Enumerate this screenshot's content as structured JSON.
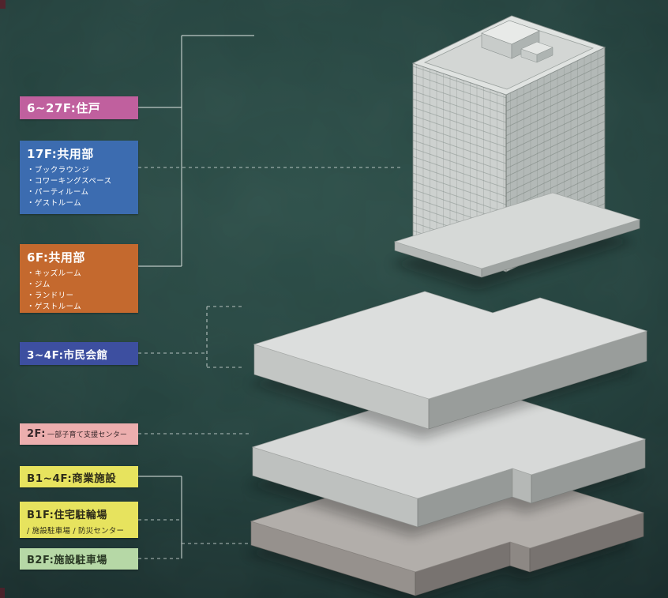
{
  "scene": {
    "background_center": "#2d4f49",
    "background_edge": "#122223",
    "leader_line_color": "#cdd6d3"
  },
  "legend": [
    {
      "floor_label": "6~27F:住戸",
      "color": "#c0609e",
      "text_color": "#ffffff",
      "items": []
    },
    {
      "floor_label": "17F:共用部",
      "color": "#3c6cb0",
      "text_color": "#ffffff",
      "items": [
        "・ブックラウンジ",
        "・コワーキングスペース",
        "・パーティルーム",
        "・ゲストルーム"
      ]
    },
    {
      "floor_label": "6F:共用部",
      "color": "#c4692e",
      "text_color": "#ffffff",
      "items": [
        "・キッズルーム",
        "・ジム",
        "・ランドリー",
        "・ゲストルーム"
      ]
    },
    {
      "floor_label": "3~4F:市民会館",
      "color": "#3d4fa0",
      "text_color": "#ffffff",
      "items": []
    },
    {
      "floor_label": "2F:",
      "sub_label": "一部子育て支援センター",
      "color": "#ecaeae",
      "text_color": "#38282b",
      "items": []
    },
    {
      "floor_label": "B1~4F:商業施設",
      "color": "#e7e35e",
      "text_color": "#2e2c19",
      "items": []
    },
    {
      "floor_label": "B1F:住宅駐輪場",
      "sub_label": "/ 施設駐車場 / 防災センター",
      "color": "#e7e35e",
      "text_color": "#2e2c19",
      "items": []
    },
    {
      "floor_label": "B2F:施設駐車場",
      "color": "#b6d8a6",
      "text_color": "#293824",
      "items": []
    }
  ],
  "model": {
    "tower_name": "6~27F residential tower mass",
    "slab_top_name": "3~4F civic-hall slab",
    "slab_mid_name": "2F / B1~4F commercial slab",
    "slab_bottom_name": "B1F/B2F parking slab",
    "tower_face_light": "#cdd1cf",
    "tower_face_dark": "#b3b9b7",
    "slab_top_color": "#dcdedd",
    "slab_bottom_color": "#b2aeaa"
  }
}
